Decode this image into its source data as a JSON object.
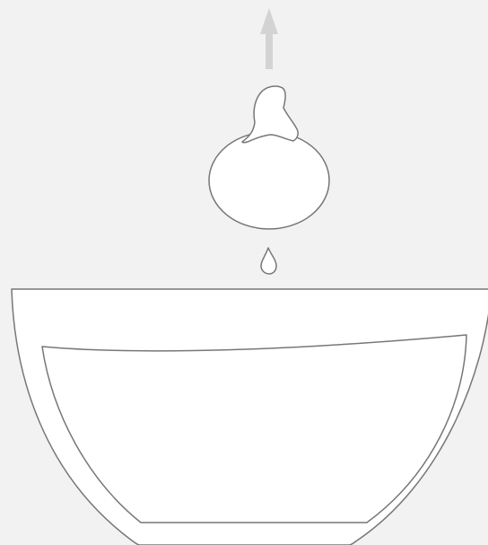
{
  "illustration": {
    "elements": [
      {
        "name": "up-arrow-icon",
        "kind": "arrow",
        "direction": "up"
      },
      {
        "name": "fruit-icon",
        "kind": "fruit"
      },
      {
        "name": "water-drop-icon",
        "kind": "drop"
      },
      {
        "name": "bowl-icon",
        "kind": "bowl",
        "contains": "liquid"
      }
    ],
    "colors": {
      "background": "#f2f2f2",
      "outline": "#777777",
      "fill": "#ffffff",
      "arrow": "#d3d3d3"
    }
  }
}
